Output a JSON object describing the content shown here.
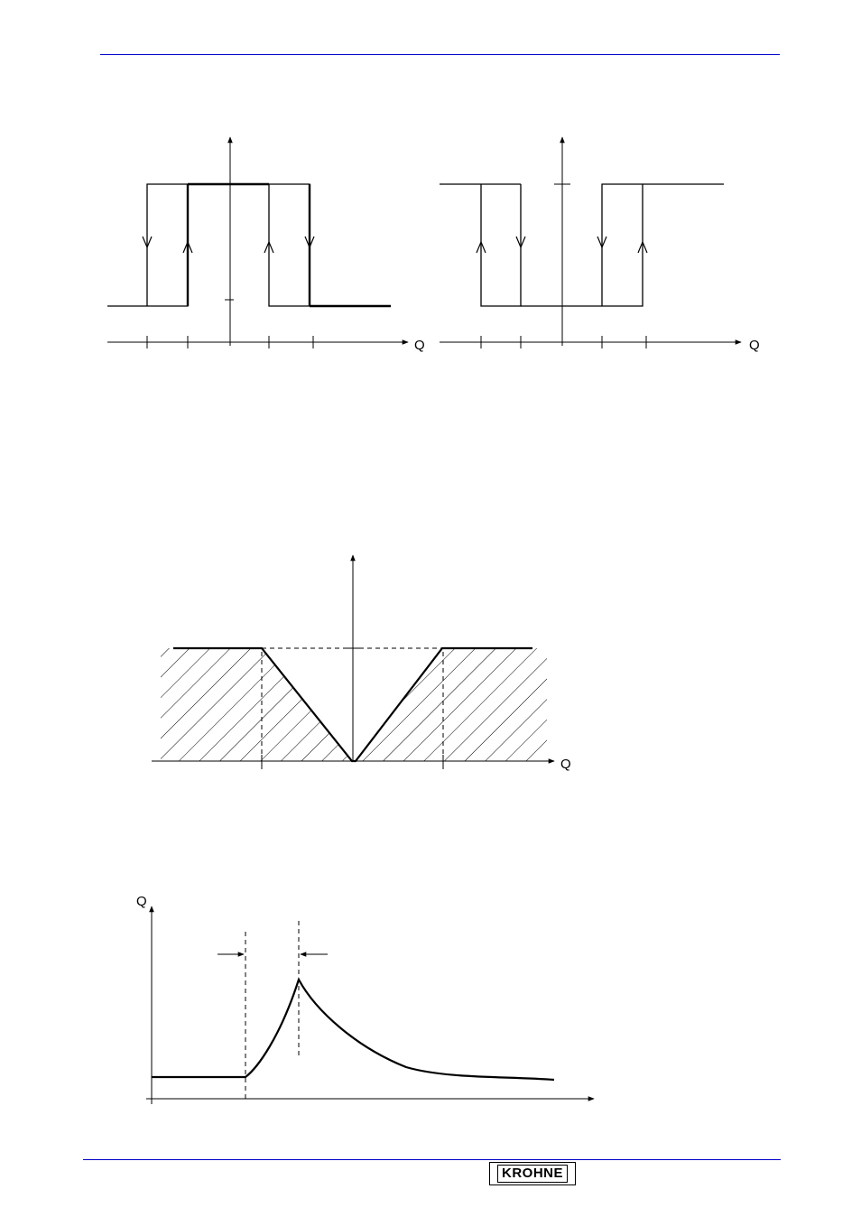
{
  "axis_labels": {
    "hysteresis_left_x": "Q",
    "hysteresis_right_x": "Q",
    "cutoff_x": "Q",
    "response_y": "Q"
  },
  "logo": {
    "text": "KROHNE"
  },
  "colors": {
    "rule": "#0000cc",
    "ink": "#000000"
  }
}
